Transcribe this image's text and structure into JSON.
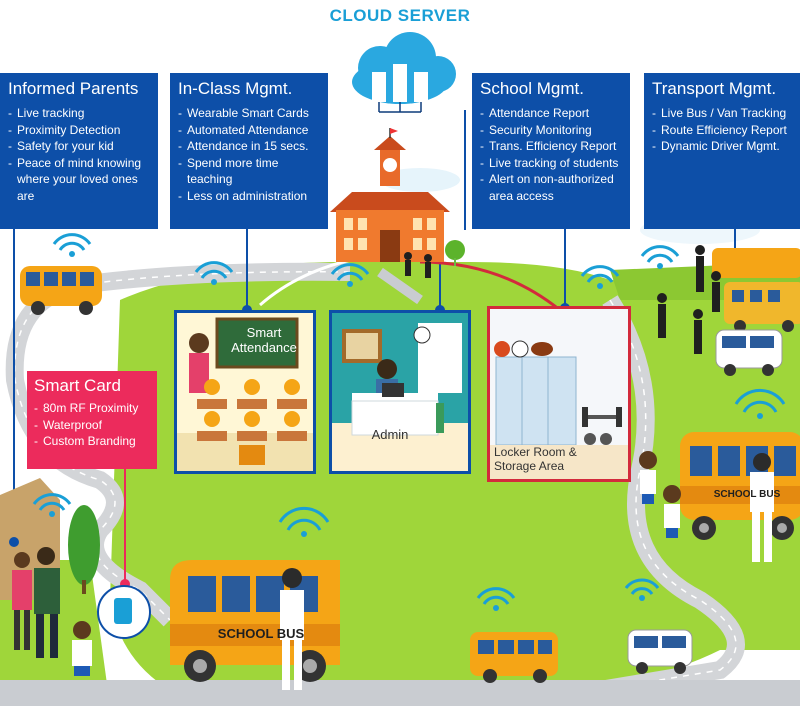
{
  "title": "CLOUD SERVER",
  "cards": {
    "parents": {
      "heading": "Informed Parents",
      "items": [
        "Live tracking",
        "Proximity Detection",
        "Safety for your kid",
        "Peace of mind knowing where your loved ones are"
      ]
    },
    "inclass": {
      "heading": "In-Class Mgmt.",
      "items": [
        "Wearable Smart Cards",
        "Automated Attendance",
        "Attendance in 15 secs.",
        "Spend more time teaching",
        "Less on administration"
      ]
    },
    "school": {
      "heading": "School Mgmt.",
      "items": [
        "Attendance Report",
        "Security Monitoring",
        "Trans. Efficiency Report",
        "Live tracking of students",
        "Alert on non-authorized area access"
      ]
    },
    "transport": {
      "heading": "Transport Mgmt.",
      "items": [
        "Live Bus / Van Tracking",
        "Route Efficiency Report",
        "Dynamic Driver Mgmt."
      ]
    }
  },
  "smart_card": {
    "heading": "Smart Card",
    "items": [
      "80m RF Proximity",
      "Waterproof",
      "Custom Branding"
    ]
  },
  "tiles": {
    "attendance": "Smart Attendance",
    "admin": "Admin",
    "locker": "Locker Room & Storage Area"
  },
  "bus_text": {
    "main": "SCHOOL BUS",
    "right": "SCHOOL BUS"
  },
  "colors": {
    "card_blue": "#0d4fa8",
    "smart_card_pink": "#ec2b5c",
    "grass": "#9fd63a",
    "road": "#d3d5d8",
    "bus": "#f5a516",
    "title_blue": "#1a9fd6"
  }
}
